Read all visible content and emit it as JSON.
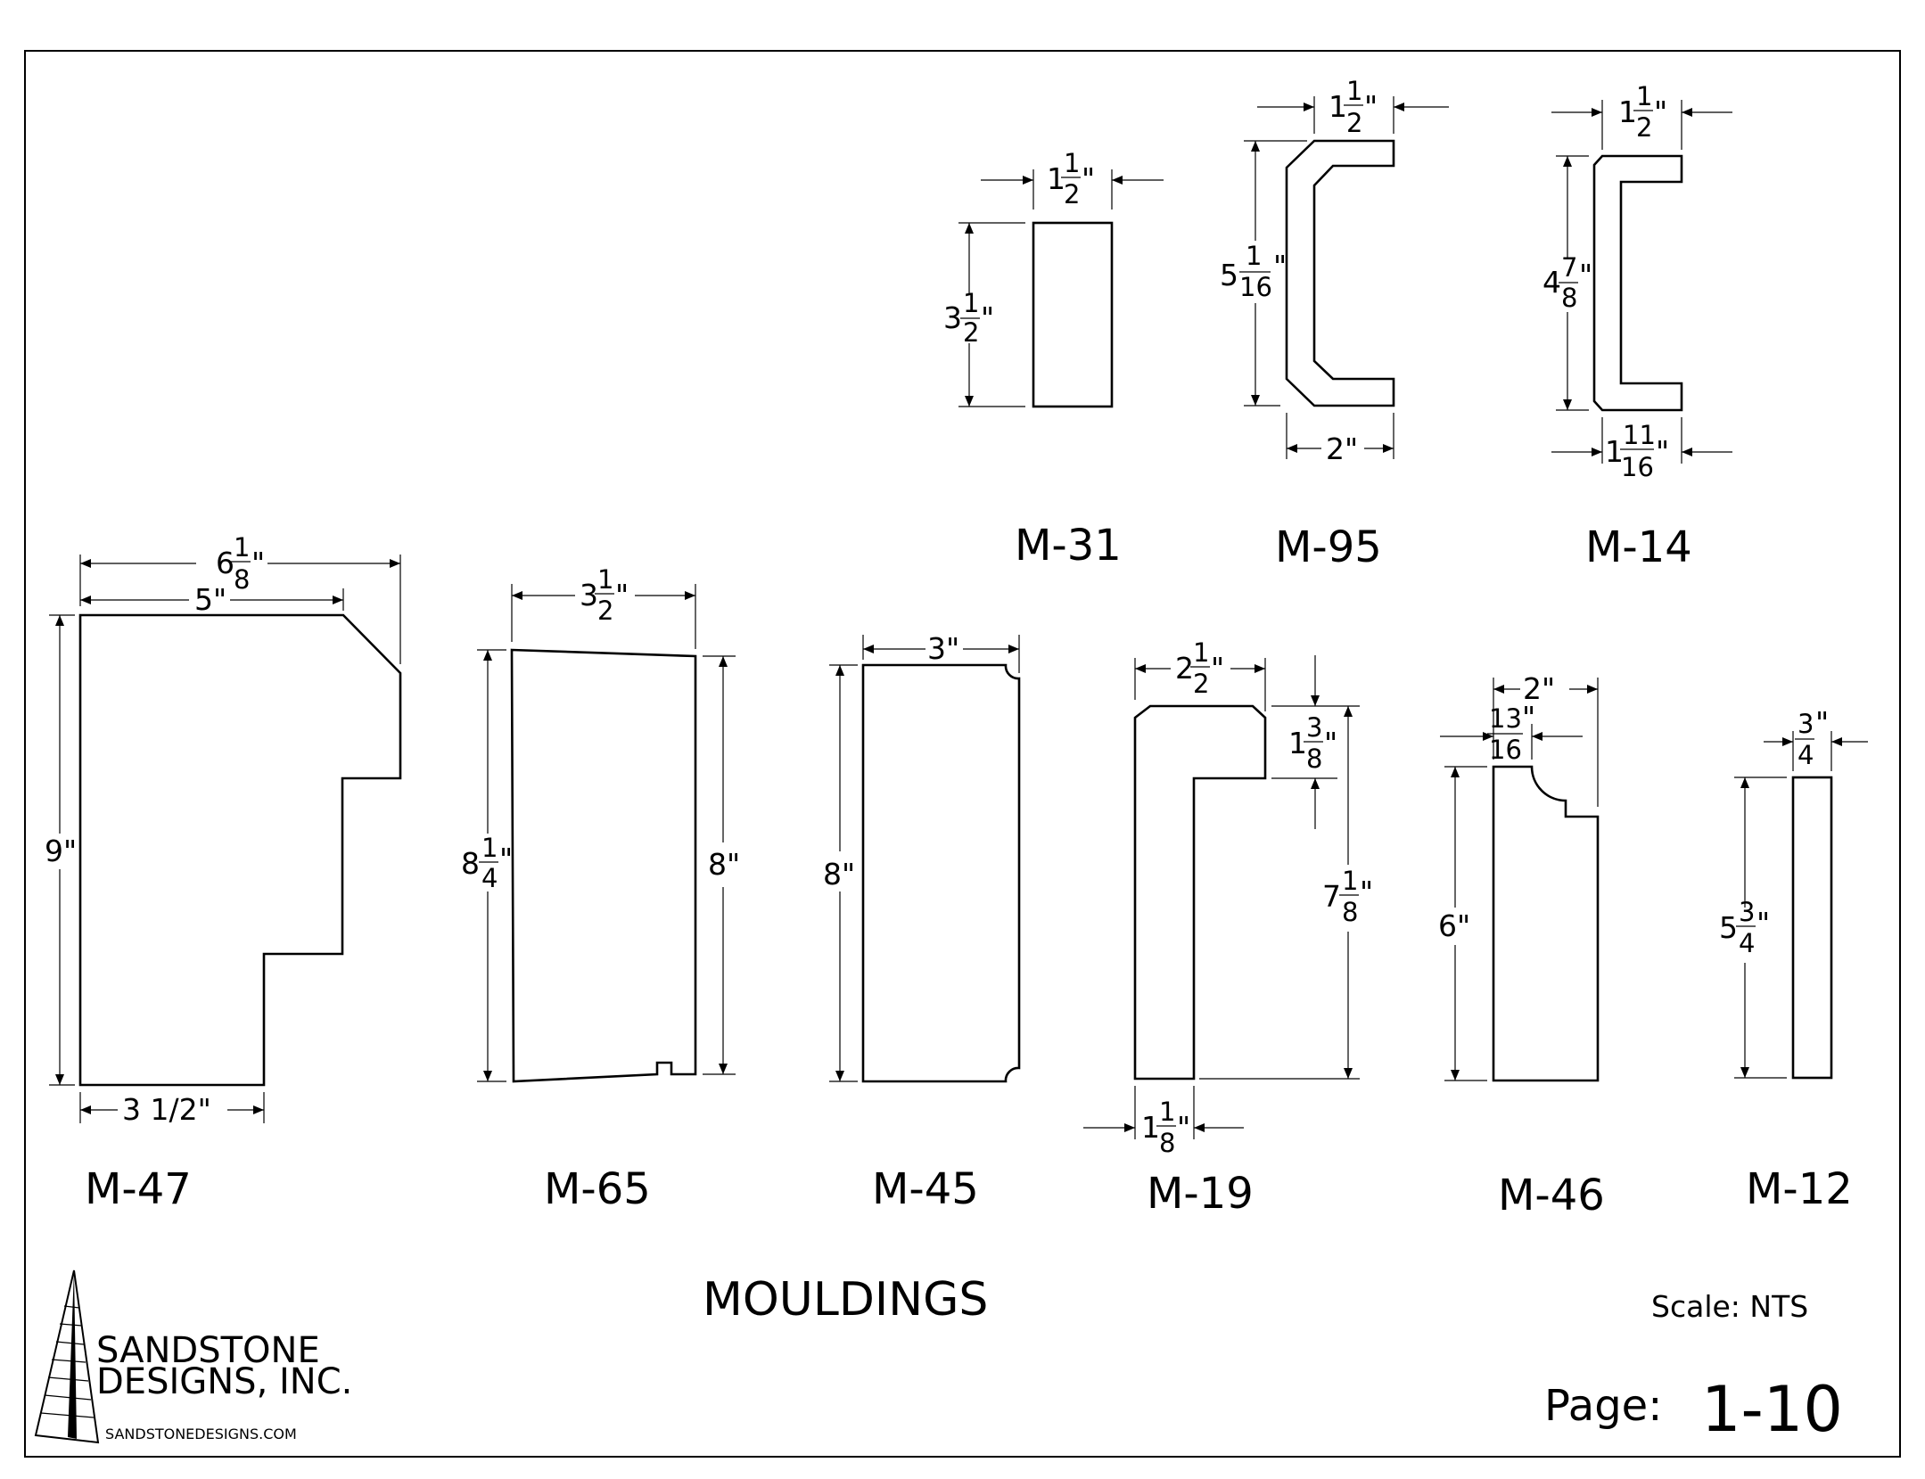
{
  "title": "MOULDINGS",
  "scale": "Scale: NTS",
  "page_label": "Page:",
  "page_number": "1-10",
  "logo": {
    "line1": "SANDSTONE",
    "line2": "DESIGNS, INC.",
    "url": "SANDSTONEDESIGNS.COM"
  },
  "profiles": [
    {
      "id": "M-31",
      "label": "M-31",
      "dims": {
        "width": "1 1/2\"",
        "height": "3 1/2\""
      }
    },
    {
      "id": "M-95",
      "label": "M-95",
      "dims": {
        "top": "1 1/2\"",
        "height": "5 1/16\"",
        "bottom": "2\""
      }
    },
    {
      "id": "M-14",
      "label": "M-14",
      "dims": {
        "top": "1 1/2\"",
        "height": "4 7/8\"",
        "bottom": "1 11/16\""
      }
    },
    {
      "id": "M-47",
      "label": "M-47",
      "dims": {
        "overall": "6 1/8\"",
        "top": "5\"",
        "height": "9\"",
        "bottom": "3 1/2\""
      }
    },
    {
      "id": "M-65",
      "label": "M-65",
      "dims": {
        "width": "3 1/2\"",
        "left": "8 1/4\"",
        "right": "8\""
      }
    },
    {
      "id": "M-45",
      "label": "M-45",
      "dims": {
        "width": "3\"",
        "height": "8\""
      }
    },
    {
      "id": "M-19",
      "label": "M-19",
      "dims": {
        "top": "2 1/2\"",
        "lip": "1 3/8\"",
        "height": "7 1/8\"",
        "leg": "1 1/8\""
      }
    },
    {
      "id": "M-46",
      "label": "M-46",
      "dims": {
        "width": "2\"",
        "cove": "13/16\"",
        "height": "6\""
      }
    },
    {
      "id": "M-12",
      "label": "M-12",
      "dims": {
        "width": "3/4\"",
        "height": "5 3/4\""
      }
    }
  ]
}
